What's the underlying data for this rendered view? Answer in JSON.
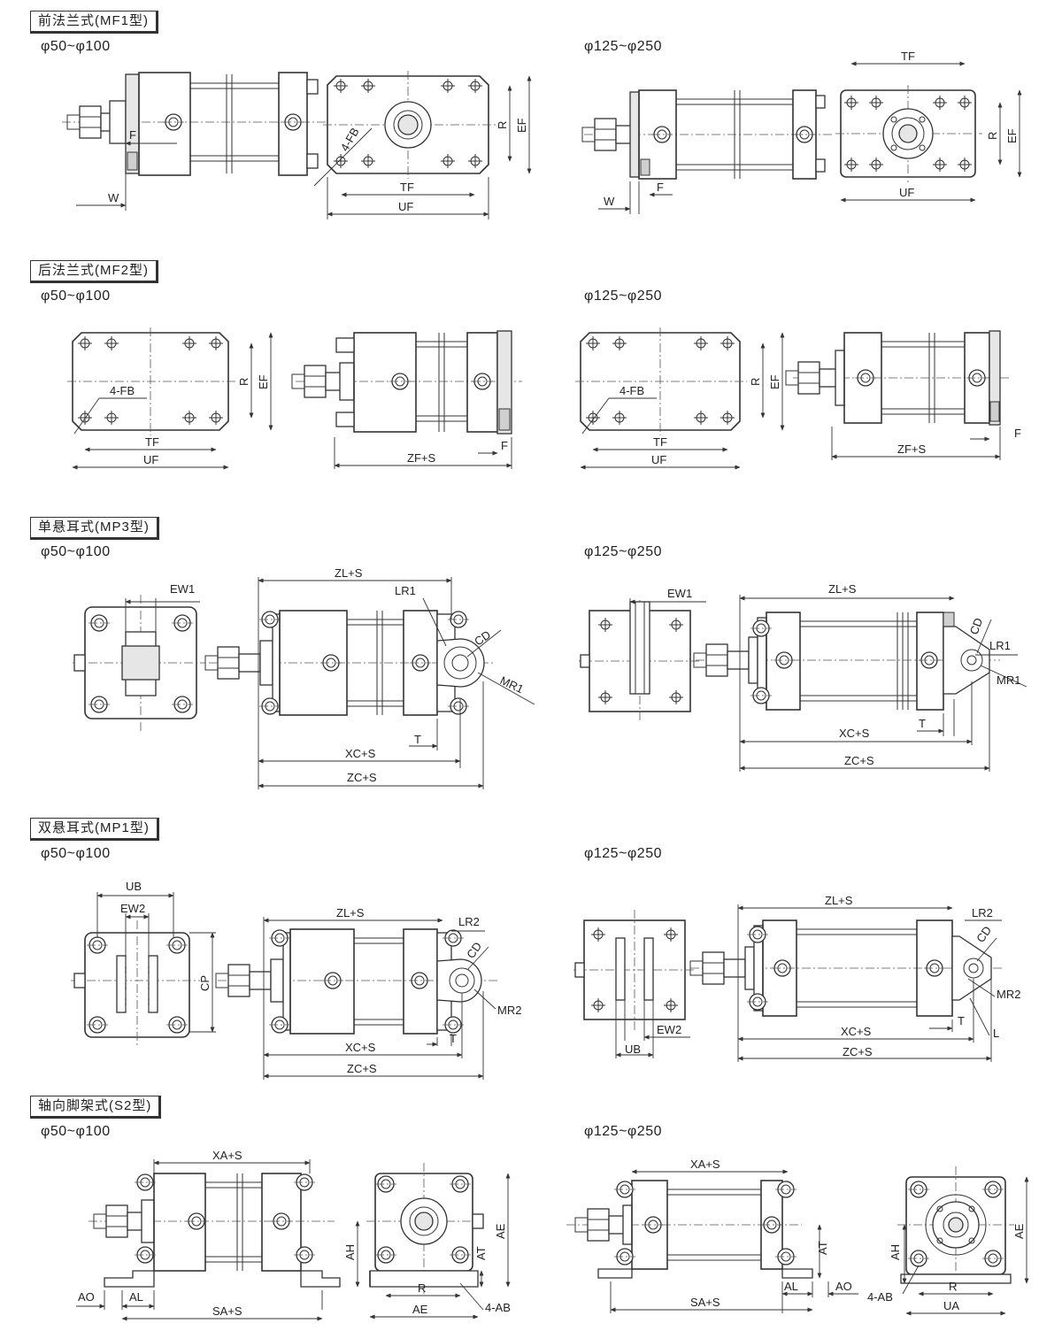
{
  "sections": [
    {
      "title": "前法兰式(MF1型)",
      "small": "φ50~φ100",
      "large": "φ125~φ250"
    },
    {
      "title": "后法兰式(MF2型)",
      "small": "φ50~φ100",
      "large": "φ125~φ250"
    },
    {
      "title": "单悬耳式(MP3型)",
      "small": "φ50~φ100",
      "large": "φ125~φ250"
    },
    {
      "title": "双悬耳式(MP1型)",
      "small": "φ50~φ100",
      "large": "φ125~φ250"
    },
    {
      "title": "轴向脚架式(S2型)",
      "small": "φ50~φ100",
      "large": "φ125~φ250"
    }
  ],
  "dims": {
    "F": "F",
    "W": "W",
    "TF": "TF",
    "UF": "UF",
    "R": "R",
    "EF": "EF",
    "FB4": "4-FB",
    "ZFS": "ZF+S",
    "ZLS": "ZL+S",
    "XCS": "XC+S",
    "ZCS": "ZC+S",
    "T": "T",
    "LR1": "LR1",
    "LR2": "LR2",
    "CD": "CD",
    "MR1": "MR1",
    "MR2": "MR2",
    "EW1": "EW1",
    "EW2": "EW2",
    "UB": "UB",
    "CP": "CP",
    "L": "L",
    "XAS": "XA+S",
    "SAS": "SA+S",
    "AO": "AO",
    "AL": "AL",
    "AH": "AH",
    "AT": "AT",
    "AE": "AE",
    "AB4": "4-AB",
    "UA": "UA"
  }
}
